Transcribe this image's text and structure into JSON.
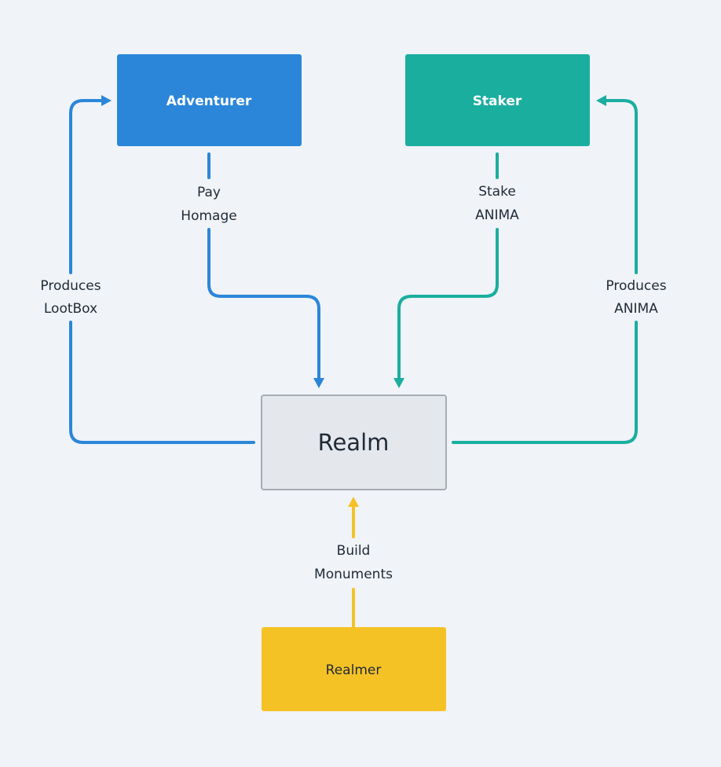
{
  "colors": {
    "background": "#f0f3f7",
    "blue": "#2b86d9",
    "teal": "#1aae9f",
    "yellow": "#f5c226",
    "realm_fill": "#e4e8ec",
    "realm_border": "#a5acb4",
    "text_dark": "#1f2a37",
    "text_light": "#ffffff"
  },
  "nodes": {
    "adventurer": {
      "label": "Adventurer"
    },
    "staker": {
      "label": "Staker"
    },
    "realm": {
      "label": "Realm"
    },
    "realmer": {
      "label": "Realmer"
    }
  },
  "edges": {
    "pay_homage": {
      "line1": "Pay",
      "line2": "Homage"
    },
    "stake_anima": {
      "line1": "Stake",
      "line2": "ANIMA"
    },
    "produces_lootbox": {
      "line1": "Produces",
      "line2": "LootBox"
    },
    "produces_anima": {
      "line1": "Produces",
      "line2": "ANIMA"
    },
    "build_monuments": {
      "line1": "Build",
      "line2": "Monuments"
    }
  }
}
